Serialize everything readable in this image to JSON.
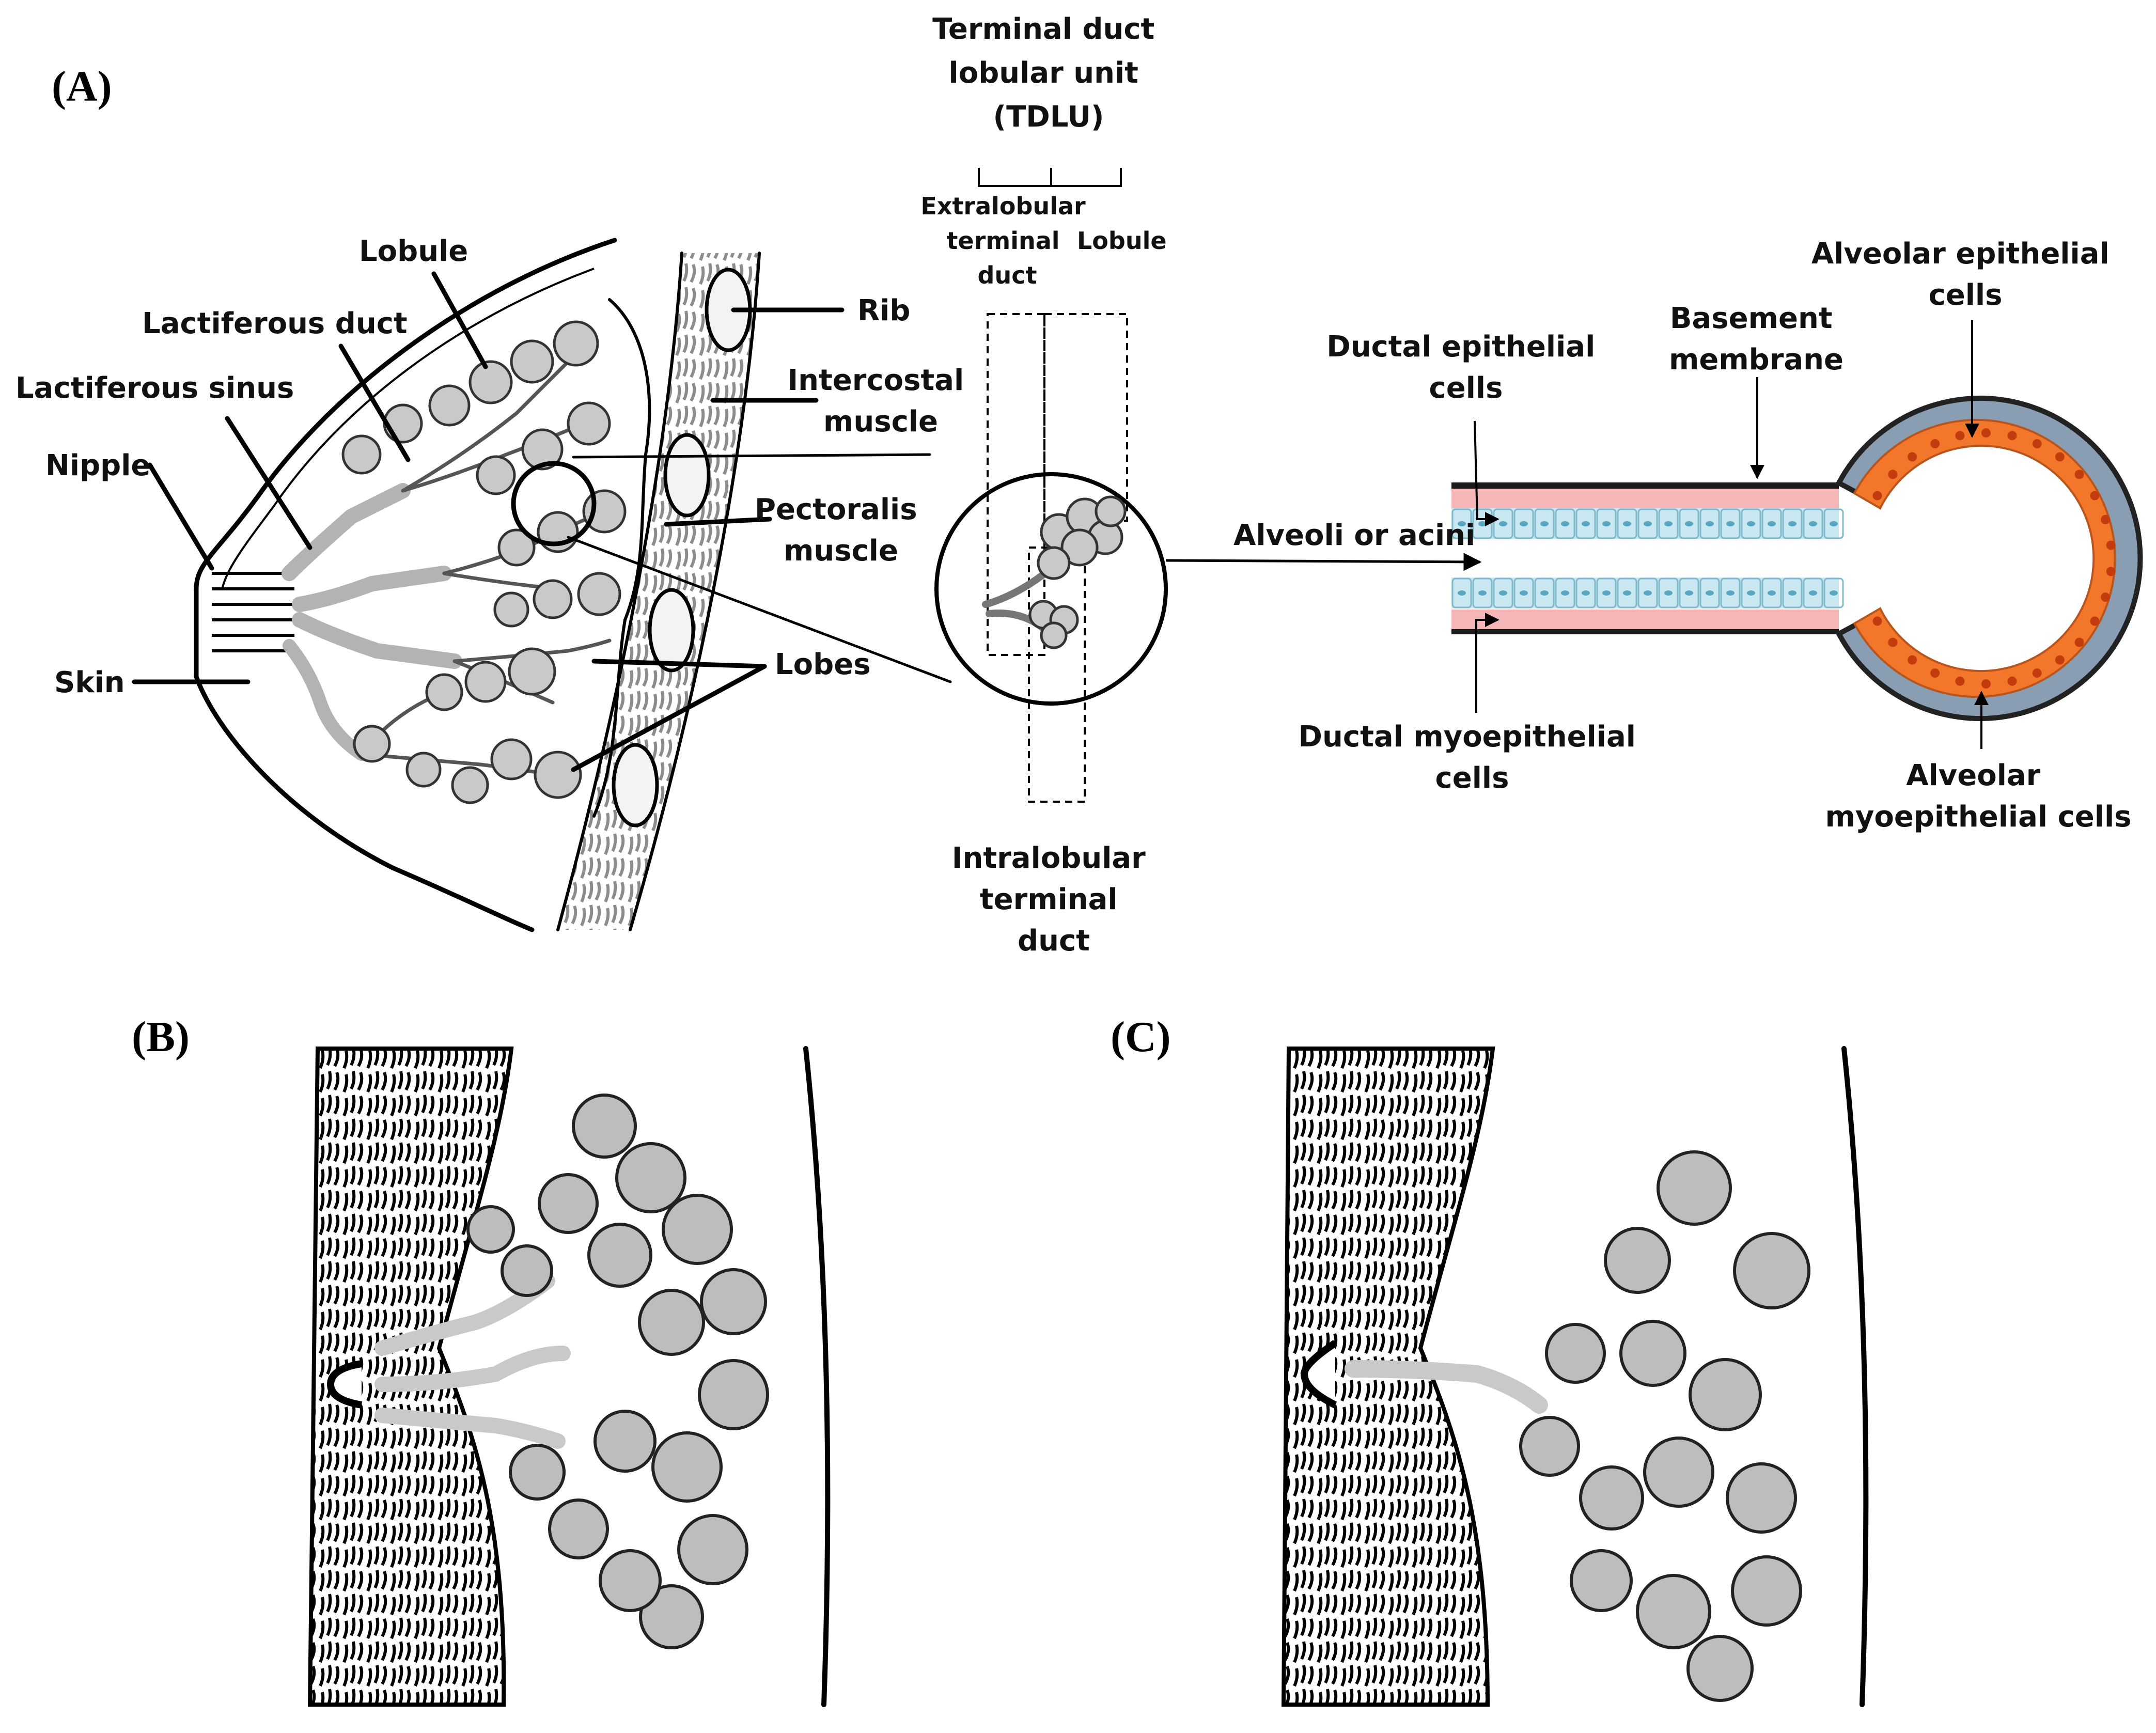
{
  "panels": {
    "a": "(A)",
    "b": "(B)",
    "c": "(C)"
  },
  "breast_labels": {
    "lobule": "Lobule",
    "lactiferous_duct": "Lactiferous duct",
    "lactiferous_sinus": "Lactiferous sinus",
    "nipple": "Nipple",
    "skin": "Skin",
    "rib": "Rib",
    "intercostal_muscle": [
      "Intercostal",
      "muscle"
    ],
    "pectoralis_muscle": [
      "Pectoralis",
      "muscle"
    ],
    "lobes": "Lobes"
  },
  "tdlu_labels": {
    "title": [
      "Terminal duct",
      "lobular unit",
      "(TDLU)"
    ],
    "extralobular": [
      "Extralobular",
      "terminal",
      "duct"
    ],
    "lobule": "Lobule",
    "intralobular": [
      "Intralobular",
      "terminal",
      "duct"
    ]
  },
  "cell_labels": {
    "alveoli": "Alveoli or acini",
    "ductal_epithelial": [
      "Ductal epithelial",
      "cells"
    ],
    "basement_membrane": [
      "Basement",
      "membrane"
    ],
    "alveolar_epithelial": [
      "Alveolar epithelial",
      "cells"
    ],
    "ductal_myoepithelial": [
      "Ductal myoepithelial",
      "cells"
    ],
    "alveolar_myoepithelial": [
      "Alveolar",
      "myoepithelial cells"
    ]
  },
  "colors": {
    "luminal_epithelium": "#c9e8f2",
    "myoepithelium": "#f4b6b6",
    "alveolar_epithelium": "#f3772a",
    "alveolar_myoepithelium": "#8a9eb3",
    "tissue_gray": "#c9c9c9"
  }
}
